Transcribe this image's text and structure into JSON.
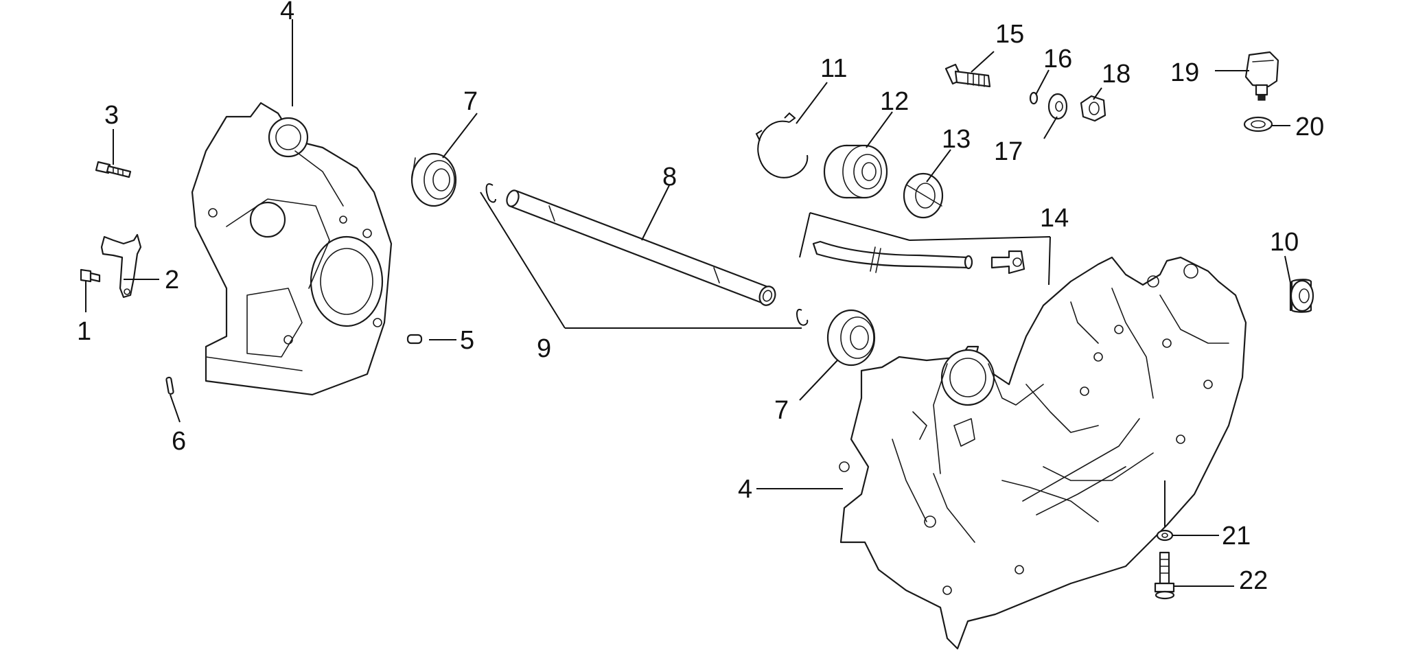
{
  "diagram": {
    "callouts": [
      {
        "id": "c4a",
        "label": "4"
      },
      {
        "id": "c3",
        "label": "3"
      },
      {
        "id": "c2",
        "label": "2"
      },
      {
        "id": "c1",
        "label": "1"
      },
      {
        "id": "c6",
        "label": "6"
      },
      {
        "id": "c5",
        "label": "5"
      },
      {
        "id": "c7a",
        "label": "7"
      },
      {
        "id": "c8",
        "label": "8"
      },
      {
        "id": "c9",
        "label": "9"
      },
      {
        "id": "c7b",
        "label": "7"
      },
      {
        "id": "c11",
        "label": "11"
      },
      {
        "id": "c12",
        "label": "12"
      },
      {
        "id": "c13",
        "label": "13"
      },
      {
        "id": "c14",
        "label": "14"
      },
      {
        "id": "c15",
        "label": "15"
      },
      {
        "id": "c16",
        "label": "16"
      },
      {
        "id": "c17",
        "label": "17"
      },
      {
        "id": "c18",
        "label": "18"
      },
      {
        "id": "c19",
        "label": "19"
      },
      {
        "id": "c20",
        "label": "20"
      },
      {
        "id": "c10",
        "label": "10"
      },
      {
        "id": "c4b",
        "label": "4"
      },
      {
        "id": "c21",
        "label": "21"
      },
      {
        "id": "c22",
        "label": "22"
      }
    ]
  }
}
